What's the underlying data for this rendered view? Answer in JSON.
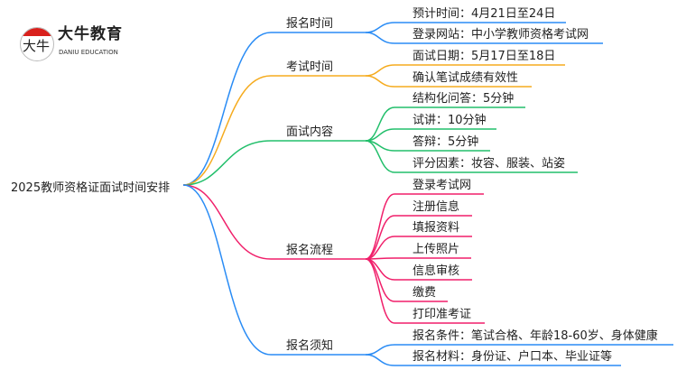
{
  "logo": {
    "name": "大牛教育",
    "en": "DANIU EDUCATION",
    "mark": "大牛"
  },
  "root": "2025教师资格证面试时间安排",
  "branches": [
    {
      "label": "报名时间",
      "color": "#2a8cf5",
      "children": [
        "预计时间：4月21日至24日",
        "登录网站：中小学教师资格考试网"
      ]
    },
    {
      "label": "考试时间",
      "color": "#f5ab1e",
      "children": [
        "面试日期：5月17日至18日",
        "确认笔试成绩有效性"
      ]
    },
    {
      "label": "面试内容",
      "color": "#22bf6b",
      "children": [
        "结构化问答：5分钟",
        "试讲：10分钟",
        "答辩：5分钟",
        "评分因素：妆容、服装、站姿"
      ]
    },
    {
      "label": "报名流程",
      "color": "#f01f6a",
      "children": [
        "登录考试网",
        "注册信息",
        "填报资料",
        "上传照片",
        "信息审核",
        "缴费",
        "打印准考证"
      ]
    },
    {
      "label": "报名须知",
      "color": "#2a8cf5",
      "children": [
        "报名条件：笔试合格、年龄18-60岁、身体健康",
        "报名材料：身份证、户口本、毕业证等"
      ]
    }
  ]
}
